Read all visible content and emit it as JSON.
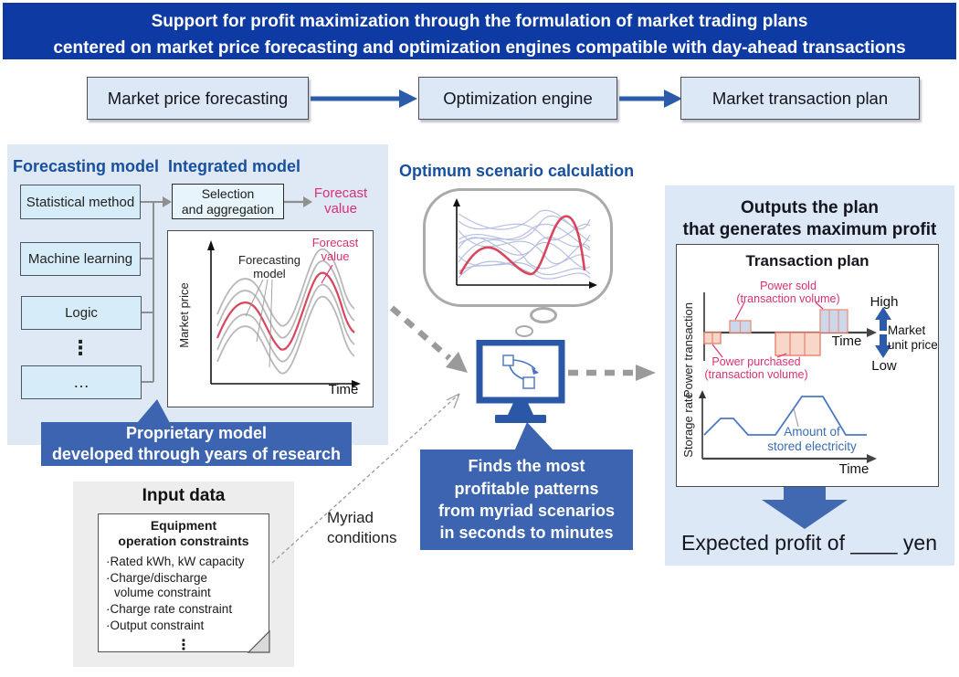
{
  "header": {
    "title": "Support for profit maximization through the formulation of market trading plans\ncentered on market price forecasting and optimization engines compatible with day-ahead transactions"
  },
  "flow": {
    "steps": [
      {
        "label": "Market price forecasting"
      },
      {
        "label": "Optimization engine"
      },
      {
        "label": "Market transaction plan"
      }
    ]
  },
  "forecasting": {
    "title": "Forecasting model",
    "integrated_title": "Integrated model",
    "models": [
      "Statistical method",
      "Machine learning",
      "Logic",
      "…"
    ],
    "vertical_dots": "⋮",
    "selection_label": "Selection\nand aggregation",
    "forecast_value_top": "Forecast\nvalue",
    "chart": {
      "ylabel": "Market price",
      "xlabel": "Time",
      "model_label": "Forecasting\nmodel",
      "forecast_label": "Forecast\nvalue"
    },
    "callout": "Proprietary model\ndeveloped through years of research"
  },
  "optimization": {
    "title": "Optimum scenario calculation",
    "callout": "Finds the most\nprofitable patterns\nfrom myriad scenarios\nin seconds to minutes",
    "myriad_label": "Myriad\nconditions"
  },
  "input": {
    "title": "Input data",
    "note_title": "Equipment\noperation constraints",
    "bullets": [
      "·Rated kWh, kW capacity",
      "·Charge/discharge\nvolume constraint",
      "·Charge rate constraint",
      "·Output constraint"
    ],
    "vertical_dots": "⋮"
  },
  "output": {
    "title": "Outputs the plan\nthat generates maximum profit",
    "plan_title": "Transaction plan",
    "chart1": {
      "ylabel": "Power transaction",
      "xlabel": "Time",
      "sold_label": "Power sold\n(transaction volume)",
      "purchased_label": "Power purchased\n(transaction volume)",
      "high": "High",
      "low": "Low",
      "price_axis_label": "Market\nunit price"
    },
    "chart2": {
      "ylabel": "Storage rate",
      "xlabel": "Time",
      "line_label": "Amount of\nstored electricity"
    },
    "result": "Expected profit of ____ yen"
  },
  "colors": {
    "header_bg": "#0e3ba3",
    "accent_blue": "#2d5bab",
    "panel_blue": "#dfe9f5",
    "title_blue": "#17509e",
    "pink": "#d93073",
    "red_curve": "#d9455c",
    "callout_bg": "#3c64b0",
    "monitor_blue": "#2b57a7",
    "gray_connector": "#8f8f8f"
  }
}
